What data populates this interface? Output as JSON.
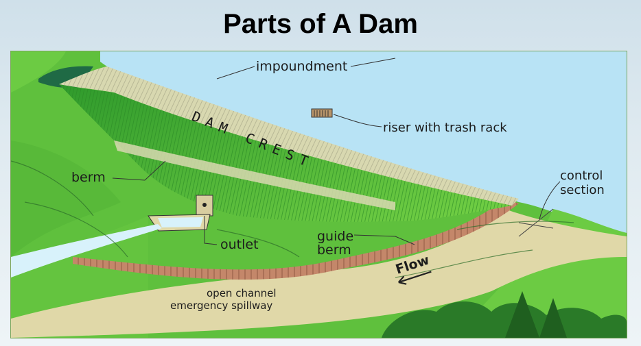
{
  "title": "Parts of A Dam",
  "labels": {
    "impoundment": "impoundment",
    "riser": "riser with trash rack",
    "dam_crest": "DAM CREST",
    "berm": "berm",
    "control_section_1": "control",
    "control_section_2": "section",
    "outlet": "outlet",
    "guide_berm_1": "guide",
    "guide_berm_2": "berm",
    "flow": "Flow",
    "spillway_1": "open channel",
    "spillway_2": "emergency spillway"
  },
  "colors": {
    "water": "#b8e3f5",
    "grass": "#5cc23c",
    "dam_face": "#3fae3a",
    "crest": "#d8d8b0",
    "berm_brown": "#c4876a",
    "spillway": "#e0d8a8"
  }
}
